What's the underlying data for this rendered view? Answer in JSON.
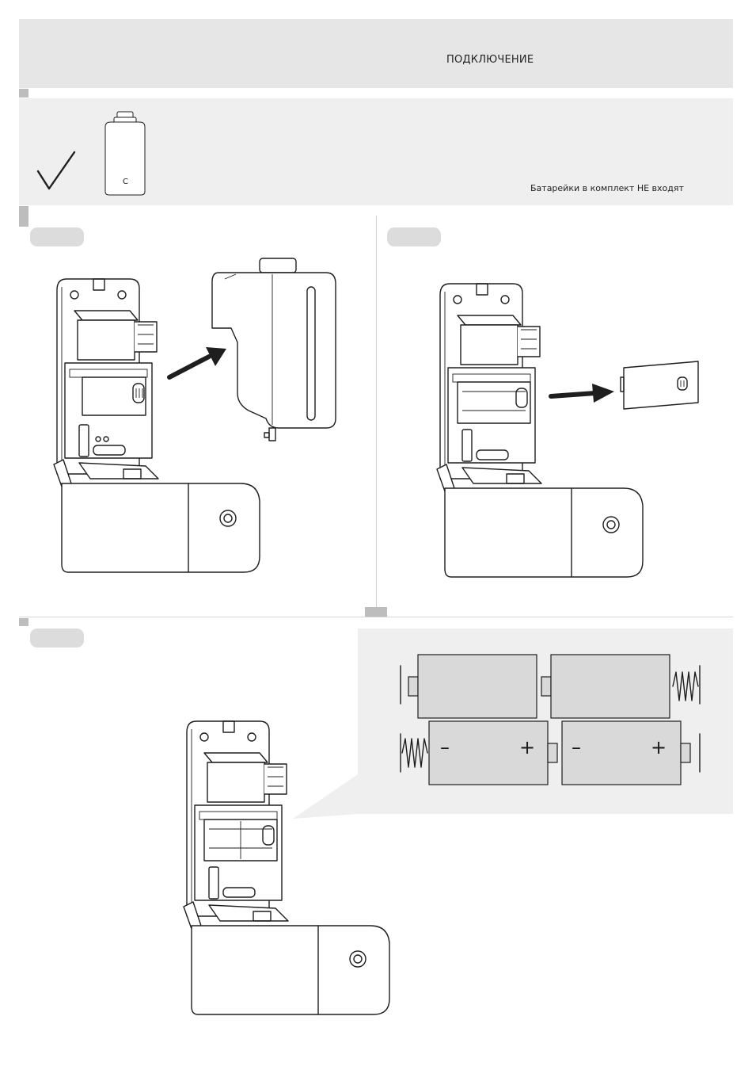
{
  "header": {
    "title": "ПОДКЛЮЧЕНИЕ"
  },
  "battery_section": {
    "battery_type_label": "C",
    "note": "Батарейки в комплект НЕ входят"
  },
  "zoom": {
    "battery_signs": [
      "–",
      "+",
      "–",
      "+"
    ]
  },
  "colors": {
    "band": "#e6e6e6",
    "marker": "#bdbdbd",
    "battery_fill": "#d9d9d9"
  }
}
